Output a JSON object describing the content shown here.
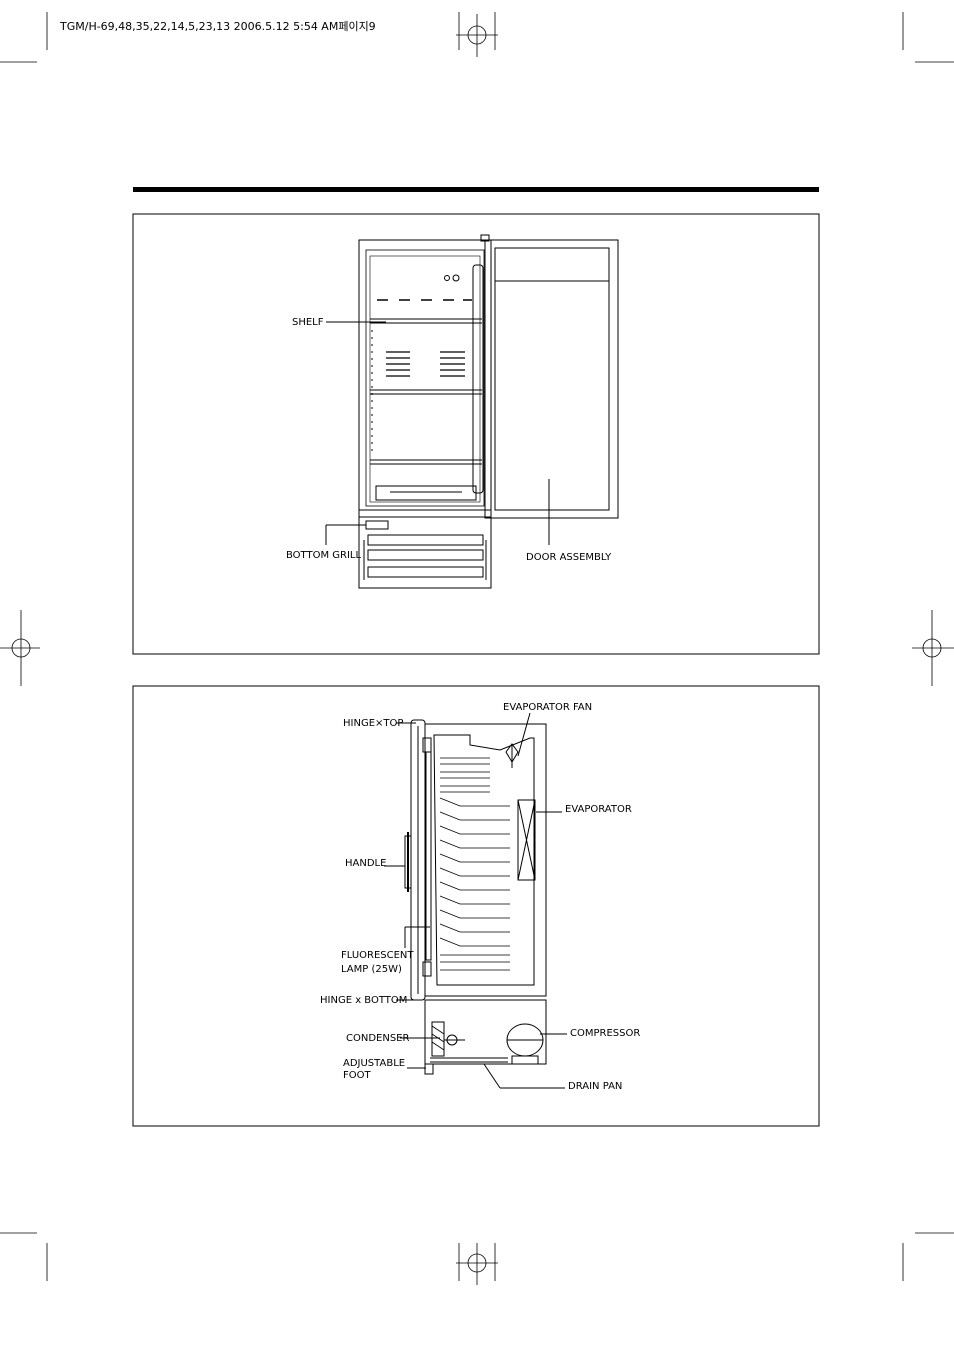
{
  "print_header": "TGM/H-69,48,35,22,14,5,23,13  2006.5.12 5:54 AM페이지9",
  "front_view": {
    "labels": {
      "shelf": "SHELF",
      "bottom_grill": "BOTTOM GRILL",
      "door_assembly": "DOOR ASSEMBLY"
    }
  },
  "side_view": {
    "labels": {
      "hinge_top": "HINGE×TOP",
      "evaporator_fan": "EVAPORATOR FAN",
      "evaporator": "EVAPORATOR",
      "handle": "HANDLE",
      "fluorescent_line1": "FLUORESCENT",
      "fluorescent_line2": "LAMP (25W)",
      "hinge_bottom": "HINGE x BOTTOM",
      "condenser": "CONDENSER",
      "compressor": "COMPRESSOR",
      "adjustable_line1": "ADJUSTABLE",
      "adjustable_line2": "FOOT",
      "drain_pan": "DRAIN PAN"
    }
  }
}
